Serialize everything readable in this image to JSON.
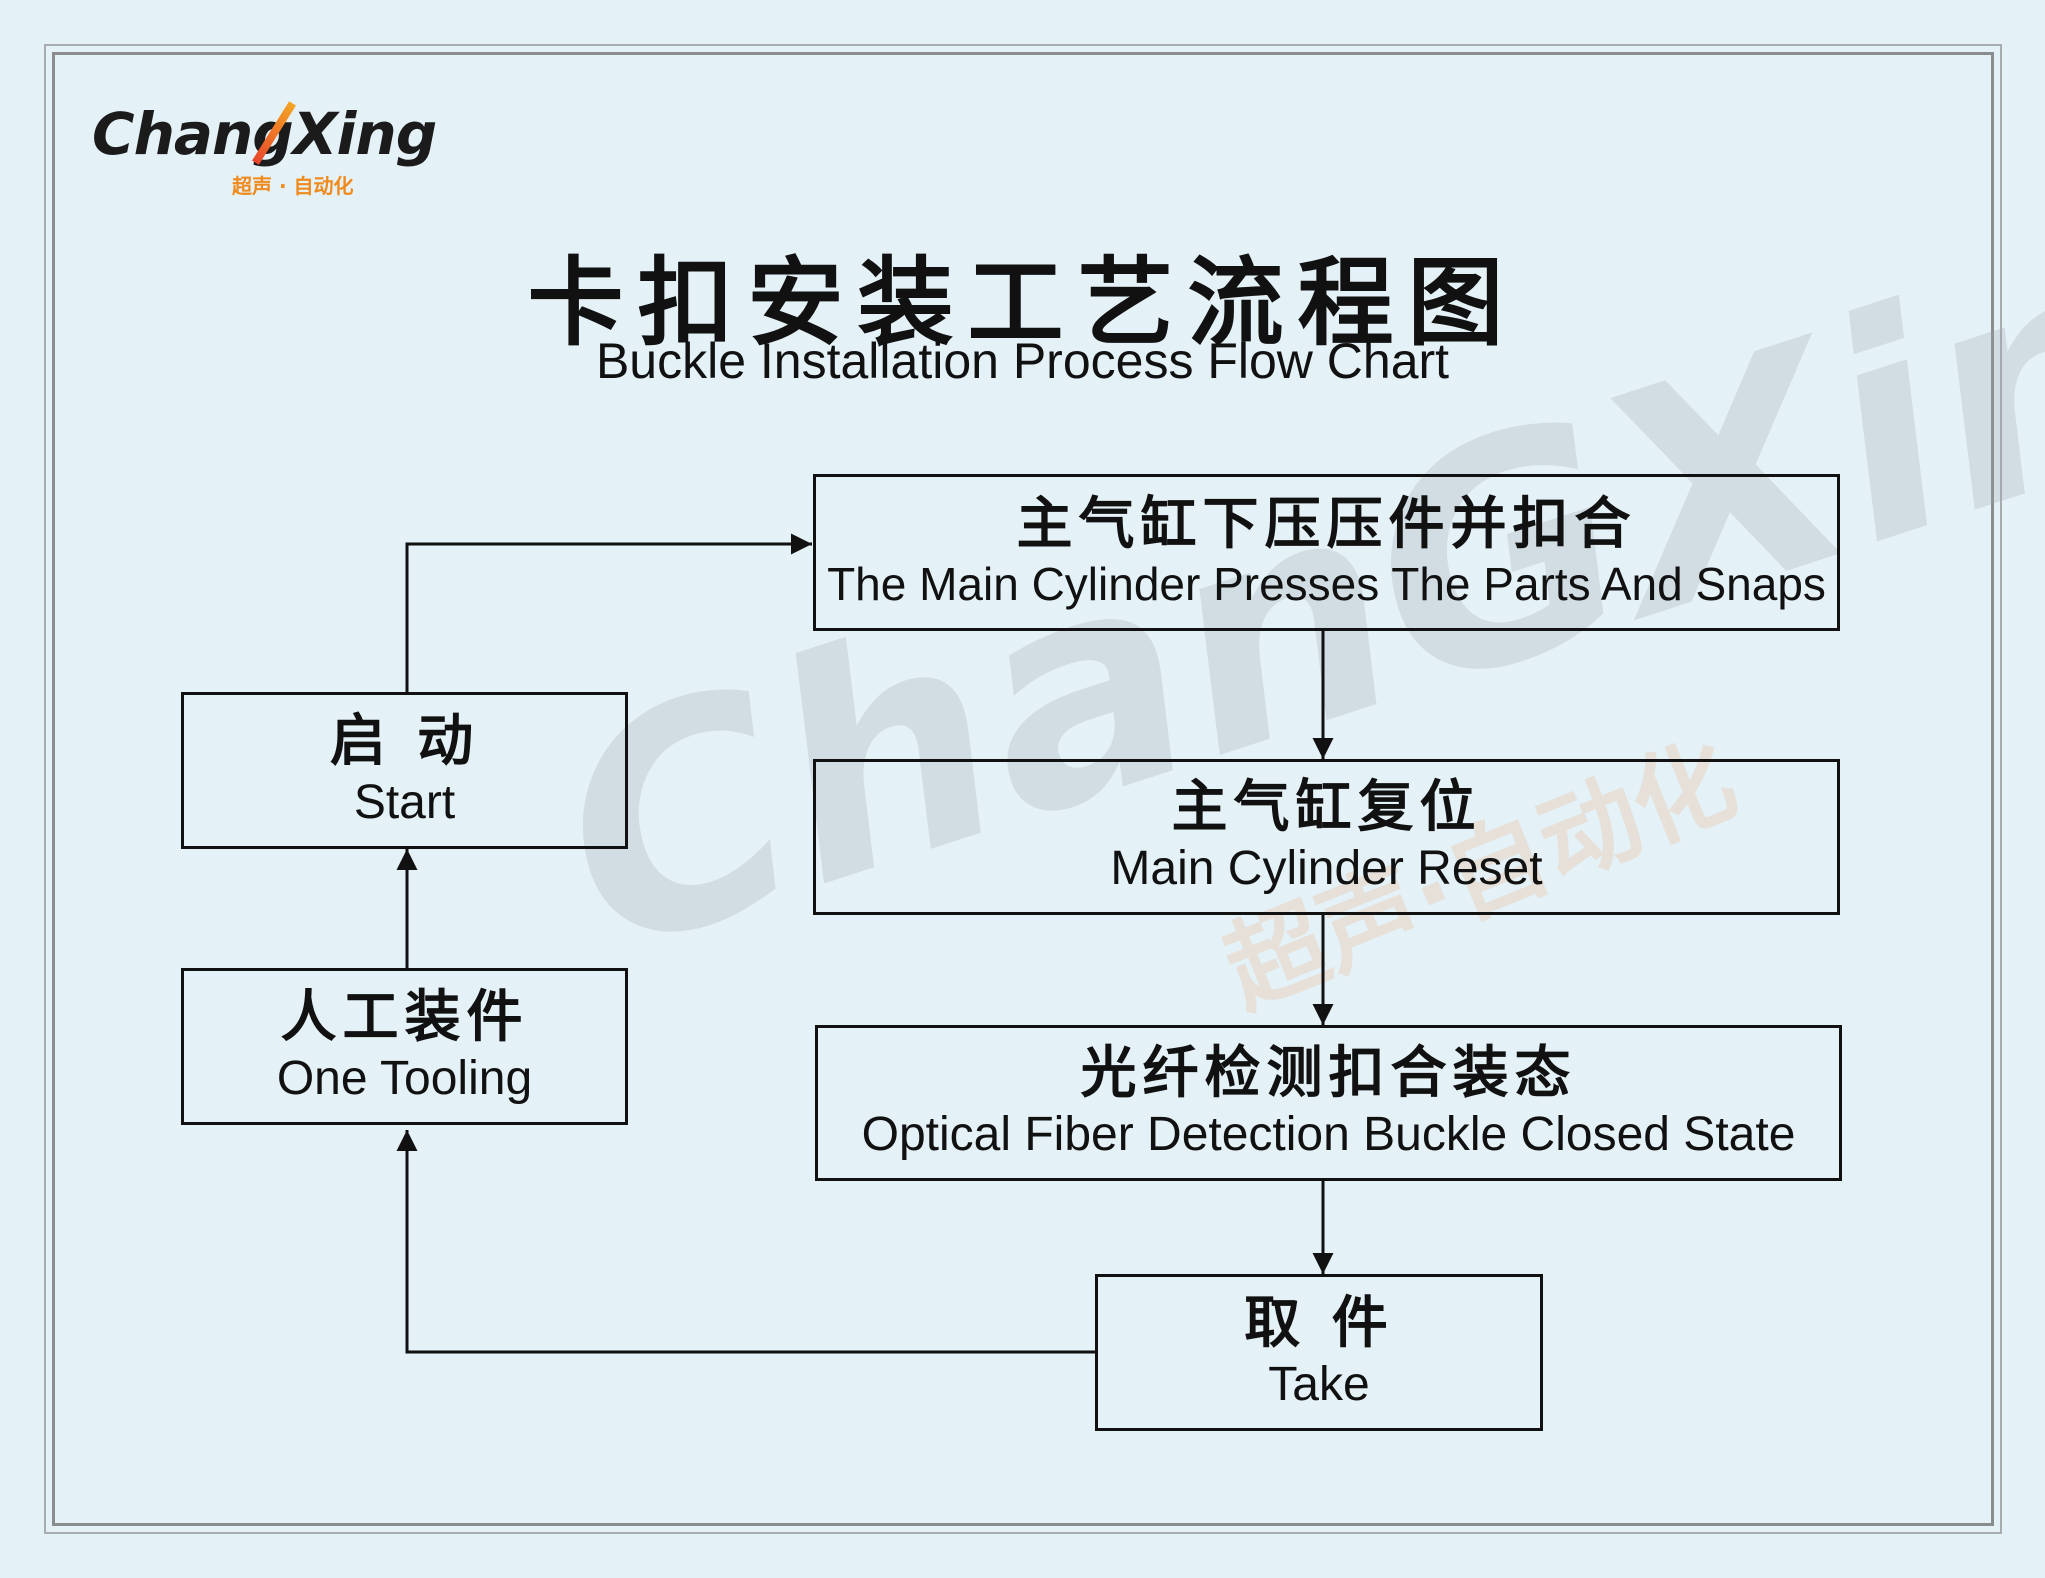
{
  "logo": {
    "main": "ChangXing",
    "sub": "超声 · 自动化"
  },
  "title": {
    "cn": "卡扣安装工艺流程图",
    "en": "Buckle Installation Process Flow Chart"
  },
  "nodes": {
    "start": {
      "cn": "启 动",
      "en": "Start"
    },
    "tooling": {
      "cn": "人工装件",
      "en": "One Tooling"
    },
    "press": {
      "cn": "主气缸下压压件并扣合",
      "en": "The Main Cylinder Presses The Parts And Snaps"
    },
    "reset": {
      "cn": "主气缸复位",
      "en": "Main Cylinder Reset"
    },
    "detect": {
      "cn": "光纤检测扣合装态",
      "en": "Optical Fiber Detection Buckle Closed State"
    },
    "take": {
      "cn": "取 件",
      "en": "Take"
    }
  }
}
